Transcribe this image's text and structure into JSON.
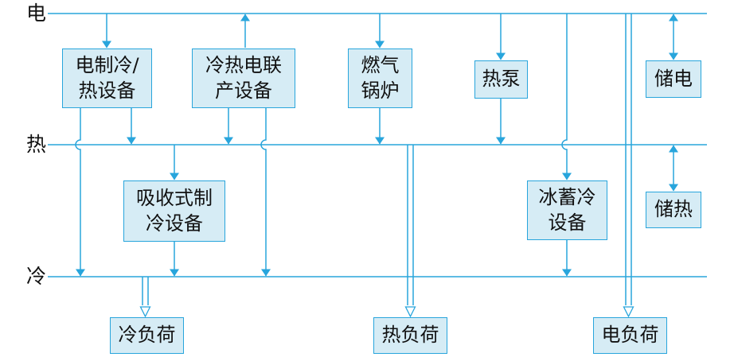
{
  "buses": {
    "electric": "电",
    "heat": "热",
    "cold": "冷"
  },
  "devices": {
    "electric_chiller_heater": {
      "line1": "电制冷/",
      "line2": "热设备"
    },
    "chp": {
      "line1": "冷热电联",
      "line2": "产设备"
    },
    "gas_boiler": {
      "line1": "燃气",
      "line2": "锅炉"
    },
    "heat_pump": {
      "line1": "热泵"
    },
    "electric_storage": {
      "line1": "储电"
    },
    "absorption_chiller": {
      "line1": "吸收式制",
      "line2": "冷设备"
    },
    "ice_storage": {
      "line1": "冰蓄冷",
      "line2": "设备"
    },
    "heat_storage": {
      "line1": "储热"
    }
  },
  "loads": {
    "cold": "冷负荷",
    "heat": "热负荷",
    "electric": "电负荷"
  },
  "colors": {
    "line": "#28a5dc",
    "box_fill": "#d6ecf5",
    "text": "#111111"
  }
}
